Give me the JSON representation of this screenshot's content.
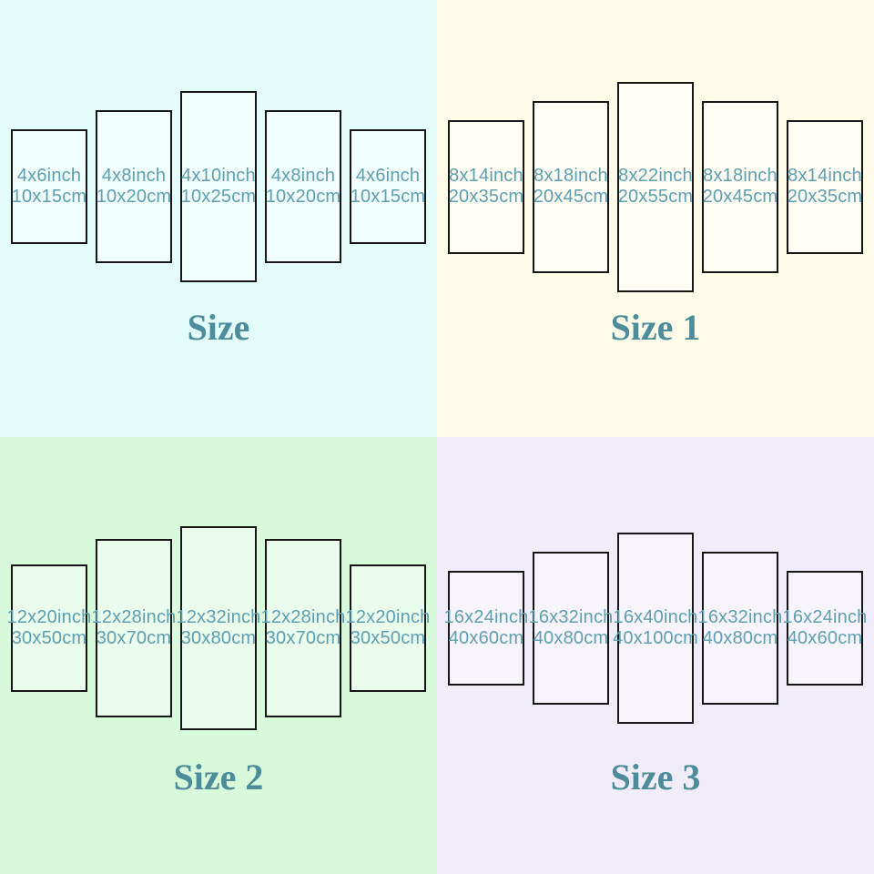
{
  "colors": {
    "title": "#4d8c9a",
    "label": "#5e9fb1",
    "panel_border": "#161616",
    "panel_fill": "rgba(255,255,255,0.45)"
  },
  "quadrants": [
    {
      "title": "Size",
      "bg": "#e3fdfb",
      "panels": [
        {
          "inch": "4x6inch",
          "cm": "10x15cm",
          "w_in": 4,
          "h_in": 6
        },
        {
          "inch": "4x8inch",
          "cm": "10x20cm",
          "w_in": 4,
          "h_in": 8
        },
        {
          "inch": "4x10inch",
          "cm": "10x25cm",
          "w_in": 4,
          "h_in": 10
        },
        {
          "inch": "4x8inch",
          "cm": "10x20cm",
          "w_in": 4,
          "h_in": 8
        },
        {
          "inch": "4x6inch",
          "cm": "10x15cm",
          "w_in": 4,
          "h_in": 6
        }
      ]
    },
    {
      "title": "Size 1",
      "bg": "#fefce9",
      "panels": [
        {
          "inch": "8x14inch",
          "cm": "20x35cm",
          "w_in": 8,
          "h_in": 14
        },
        {
          "inch": "8x18inch",
          "cm": "20x45cm",
          "w_in": 8,
          "h_in": 18
        },
        {
          "inch": "8x22inch",
          "cm": "20x55cm",
          "w_in": 8,
          "h_in": 22
        },
        {
          "inch": "8x18inch",
          "cm": "20x45cm",
          "w_in": 8,
          "h_in": 18
        },
        {
          "inch": "8x14inch",
          "cm": "20x35cm",
          "w_in": 8,
          "h_in": 14
        }
      ]
    },
    {
      "title": "Size 2",
      "bg": "#d9fada",
      "panels": [
        {
          "inch": "12x20inch",
          "cm": "30x50cm",
          "w_in": 12,
          "h_in": 20
        },
        {
          "inch": "12x28inch",
          "cm": "30x70cm",
          "w_in": 12,
          "h_in": 28
        },
        {
          "inch": "12x32inch",
          "cm": "30x80cm",
          "w_in": 12,
          "h_in": 32
        },
        {
          "inch": "12x28inch",
          "cm": "30x70cm",
          "w_in": 12,
          "h_in": 28
        },
        {
          "inch": "12x20inch",
          "cm": "30x50cm",
          "w_in": 12,
          "h_in": 20
        }
      ]
    },
    {
      "title": "Size 3",
      "bg": "#f1edf8",
      "panels": [
        {
          "inch": "16x24inch",
          "cm": "40x60cm",
          "w_in": 16,
          "h_in": 24
        },
        {
          "inch": "16x32inch",
          "cm": "40x80cm",
          "w_in": 16,
          "h_in": 32
        },
        {
          "inch": "16x40inch",
          "cm": "40x100cm",
          "w_in": 16,
          "h_in": 40
        },
        {
          "inch": "16x32inch",
          "cm": "40x80cm",
          "w_in": 16,
          "h_in": 32
        },
        {
          "inch": "16x24inch",
          "cm": "40x60cm",
          "w_in": 16,
          "h_in": 24
        }
      ]
    }
  ]
}
